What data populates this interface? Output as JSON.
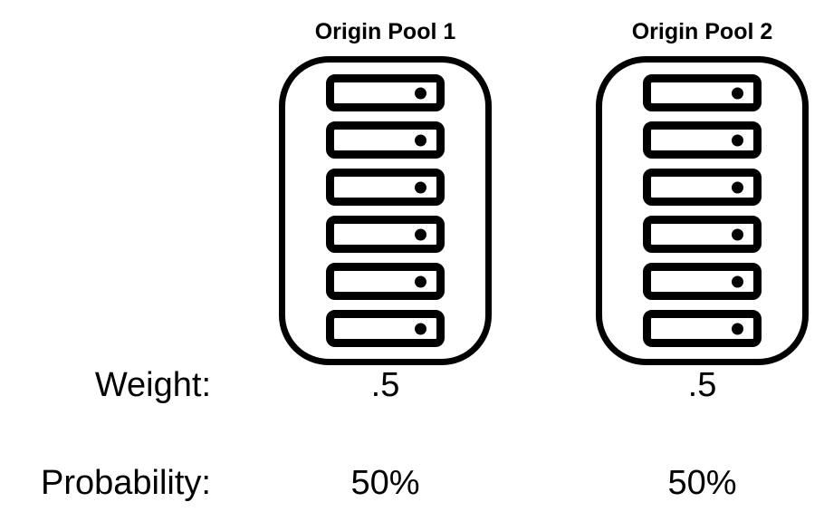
{
  "pools": [
    {
      "title": "Origin Pool 1",
      "servers": 6,
      "weight": ".5",
      "probability": "50%"
    },
    {
      "title": "Origin Pool 2",
      "servers": 6,
      "weight": ".5",
      "probability": "50%"
    }
  ],
  "labels": {
    "weight": "Weight:",
    "probability": "Probability:"
  },
  "colors": {
    "ink": "#000000",
    "background": "#ffffff"
  }
}
